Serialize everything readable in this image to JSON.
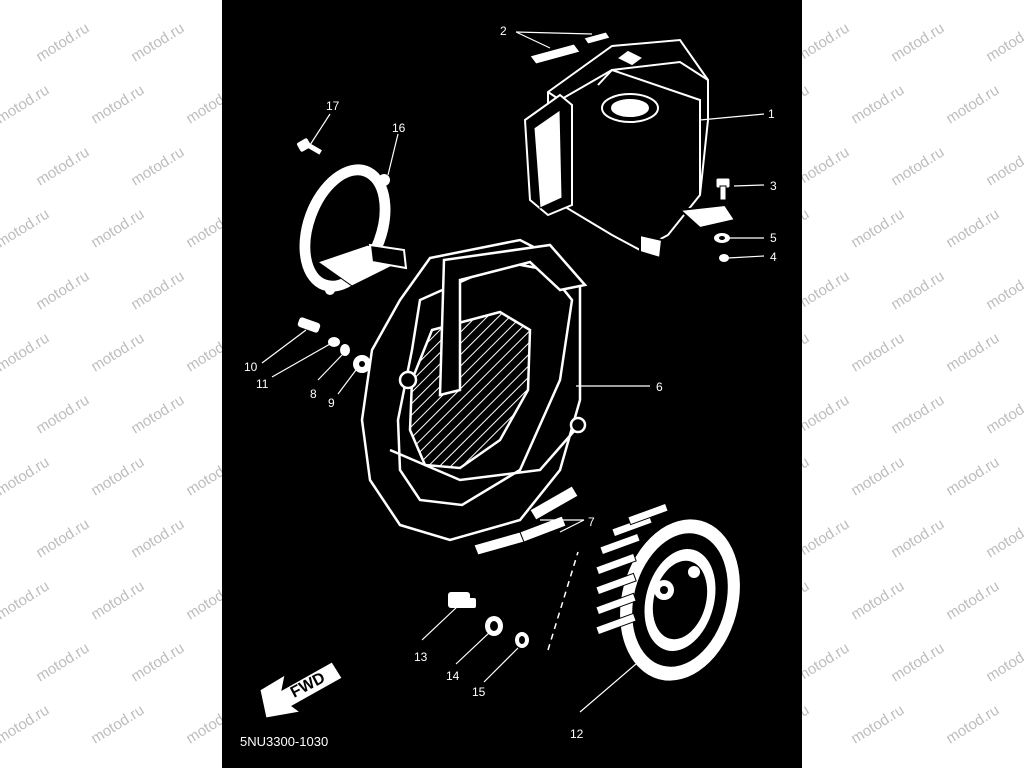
{
  "watermark": {
    "text": "motod.ru"
  },
  "diagram": {
    "part_code": "5NU3300-1030",
    "direction_label": "FWD",
    "callouts": [
      "1",
      "2",
      "3",
      "4",
      "5",
      "6",
      "7",
      "8",
      "9",
      "10",
      "11",
      "12",
      "13",
      "14",
      "15",
      "16",
      "17"
    ]
  },
  "colors": {
    "diagram_bg": "#000000",
    "line": "#ffffff",
    "watermark": "#bdbdbd"
  }
}
